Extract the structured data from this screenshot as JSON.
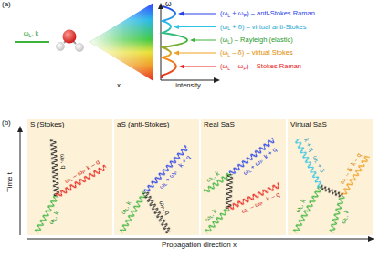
{
  "diagram": {
    "nodes": [
      {
        "text": [
          "S (Stokes)",
          "ωL, k",
          "ωP, q",
          "ωL – ωP",
          "k – q"
        ]
      },
      {
        "text": [
          "aS (anti-Stokes)",
          "ωL, k",
          "ωP, q",
          "ωL + ωP",
          "k + q"
        ]
      },
      {
        "text": [
          "Real SaS",
          "ωL, k",
          "ωL – ωP",
          "k – q",
          "ωL, k",
          "ωL + ωP",
          "k + q"
        ]
      },
      {
        "text": [
          "Virtual SaS",
          "ωL, k",
          "ωL + δ",
          "k + q",
          "ωL, k",
          "ωL – δ",
          "k – q"
        ]
      }
    ],
    "labels": [
      "(a)",
      "ωL, k",
      "x",
      "ω",
      "intensity",
      "(ωL + ωP) – anti-Stokes Raman",
      "(ωL + δ) – virtual anti-Stokes",
      "(ωL) – Rayleigh (elastic)",
      "(ωL – δ) – virtual Stokes",
      "(ωL – ωP) – Stokes Raman",
      "(b)",
      "Time t",
      "Propagation direction x"
    ]
  }
}
